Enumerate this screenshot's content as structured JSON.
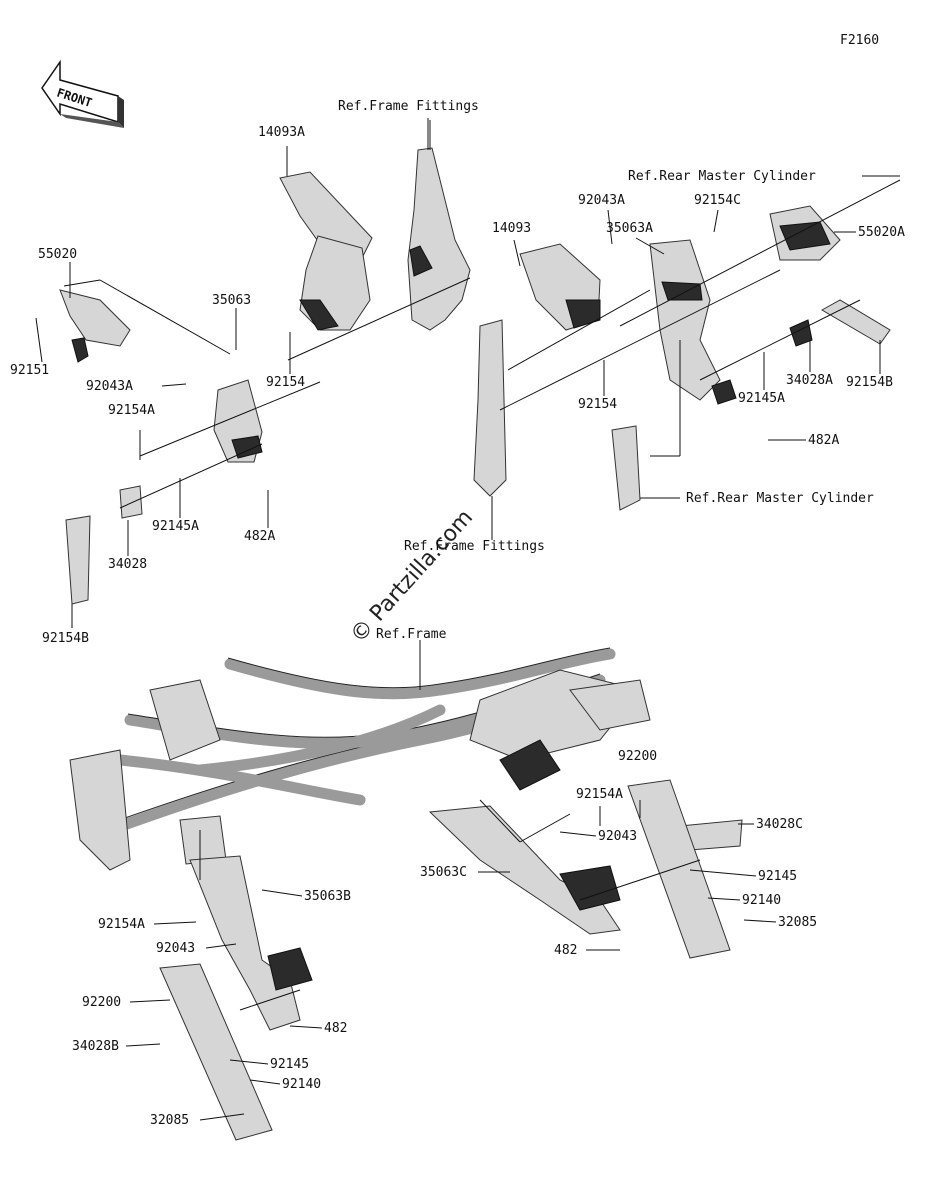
{
  "figure_code": "F2160",
  "front_label": "FRONT",
  "watermark": "© Partzilla.com",
  "callouts": [
    {
      "id": "ref-frame-fittings-top",
      "text": "Ref.Frame Fittings"
    },
    {
      "id": "14093A",
      "text": "14093A"
    },
    {
      "id": "ref-rear-master-cylinder-top",
      "text": "Ref.Rear Master Cylinder"
    },
    {
      "id": "92043A-r",
      "text": "92043A"
    },
    {
      "id": "92154C",
      "text": "92154C"
    },
    {
      "id": "14093",
      "text": "14093"
    },
    {
      "id": "35063A",
      "text": "35063A"
    },
    {
      "id": "55020A",
      "text": "55020A"
    },
    {
      "id": "55020",
      "text": "55020"
    },
    {
      "id": "35063",
      "text": "35063"
    },
    {
      "id": "92151",
      "text": "92151"
    },
    {
      "id": "92154",
      "text": "92154"
    },
    {
      "id": "92043A-l",
      "text": "92043A"
    },
    {
      "id": "92154A-l",
      "text": "92154A"
    },
    {
      "id": "92154-mid",
      "text": "92154"
    },
    {
      "id": "34028A",
      "text": "34028A"
    },
    {
      "id": "92154B-r",
      "text": "92154B"
    },
    {
      "id": "92145A-r",
      "text": "92145A"
    },
    {
      "id": "482A-r",
      "text": "482A"
    },
    {
      "id": "92145A-l",
      "text": "92145A"
    },
    {
      "id": "482A-l",
      "text": "482A"
    },
    {
      "id": "ref-rear-master-cylinder-bottom",
      "text": "Ref.Rear Master Cylinder"
    },
    {
      "id": "34028",
      "text": "34028"
    },
    {
      "id": "ref-frame-fittings-bottom",
      "text": "Ref.Frame Fittings"
    },
    {
      "id": "92154B-l",
      "text": "92154B"
    },
    {
      "id": "ref-frame",
      "text": "Ref.Frame"
    },
    {
      "id": "92200-r",
      "text": "92200"
    },
    {
      "id": "92154A-r",
      "text": "92154A"
    },
    {
      "id": "34028C",
      "text": "34028C"
    },
    {
      "id": "92043-r",
      "text": "92043"
    },
    {
      "id": "35063C",
      "text": "35063C"
    },
    {
      "id": "92145-r",
      "text": "92145"
    },
    {
      "id": "92140-r",
      "text": "92140"
    },
    {
      "id": "32085-r",
      "text": "32085"
    },
    {
      "id": "482-r",
      "text": "482"
    },
    {
      "id": "35063B",
      "text": "35063B"
    },
    {
      "id": "92154A-b",
      "text": "92154A"
    },
    {
      "id": "92043-b",
      "text": "92043"
    },
    {
      "id": "92200-b",
      "text": "92200"
    },
    {
      "id": "482-b",
      "text": "482"
    },
    {
      "id": "34028B",
      "text": "34028B"
    },
    {
      "id": "92145-b",
      "text": "92145"
    },
    {
      "id": "92140-b",
      "text": "92140"
    },
    {
      "id": "32085-b",
      "text": "32085"
    }
  ]
}
